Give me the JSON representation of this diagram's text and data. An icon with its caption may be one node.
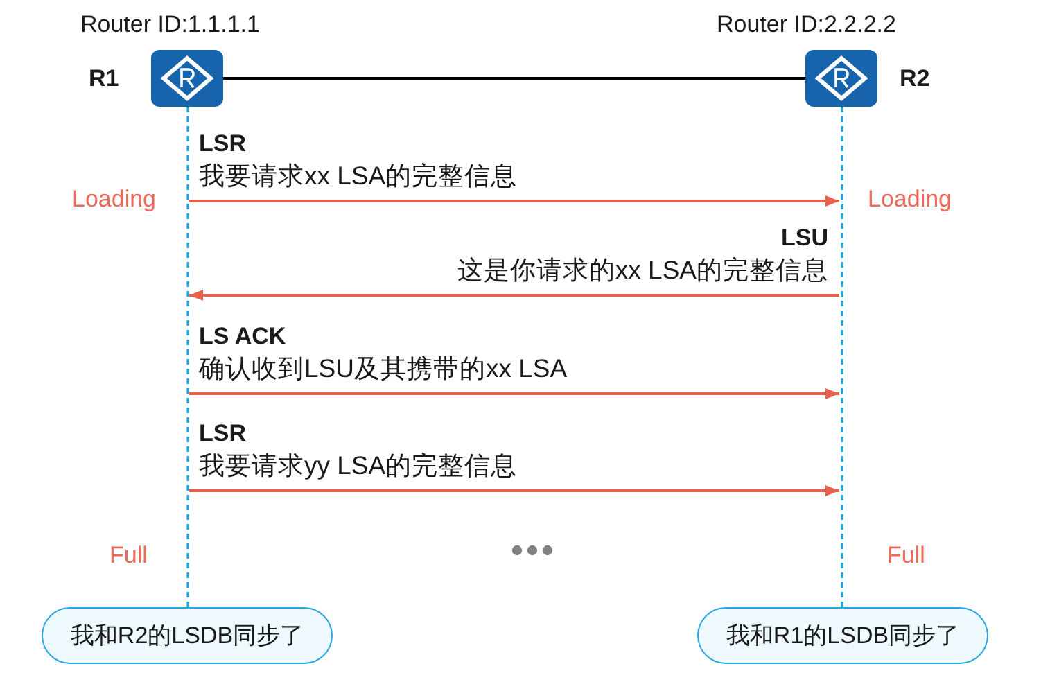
{
  "diagram": {
    "nodes": [
      {
        "text": [],
        "shape": "picture",
        "beside": [
          "Router ID:1.1.1.1",
          "R1"
        ]
      },
      {
        "text": [],
        "shape": "picture",
        "beside": [
          "Router ID:2.2.2.2",
          "R2"
        ]
      },
      {
        "text": [],
        "shape": "line"
      },
      {
        "text": [],
        "shape": "line"
      },
      {
        "text": [
          "我和R2的LSDB同步了"
        ]
      },
      {
        "text": [
          "我和R1的LSDB同步了"
        ]
      }
    ],
    "edges": [
      {
        "from": 0,
        "to": 1,
        "arrow": "none",
        "color": "#000000"
      },
      {
        "from": 2,
        "to": 3,
        "arrow": "to",
        "label": "**LSR** 我要请求xx LSA的完整信息"
      },
      {
        "from": 3,
        "to": 2,
        "arrow": "to",
        "label": "**LSU** 这是你请求的xx LSA的完整信息"
      },
      {
        "from": 2,
        "to": 3,
        "arrow": "to",
        "label": "**LS ACK** 确认收到LSU及其携带的xx LSA"
      },
      {
        "from": 2,
        "to": 3,
        "arrow": "to",
        "label": "**LSR** 我要请求yy LSA的完整信息"
      }
    ],
    "labels": [
      "Loading",
      "Loading",
      "Full",
      "Full"
    ]
  }
}
